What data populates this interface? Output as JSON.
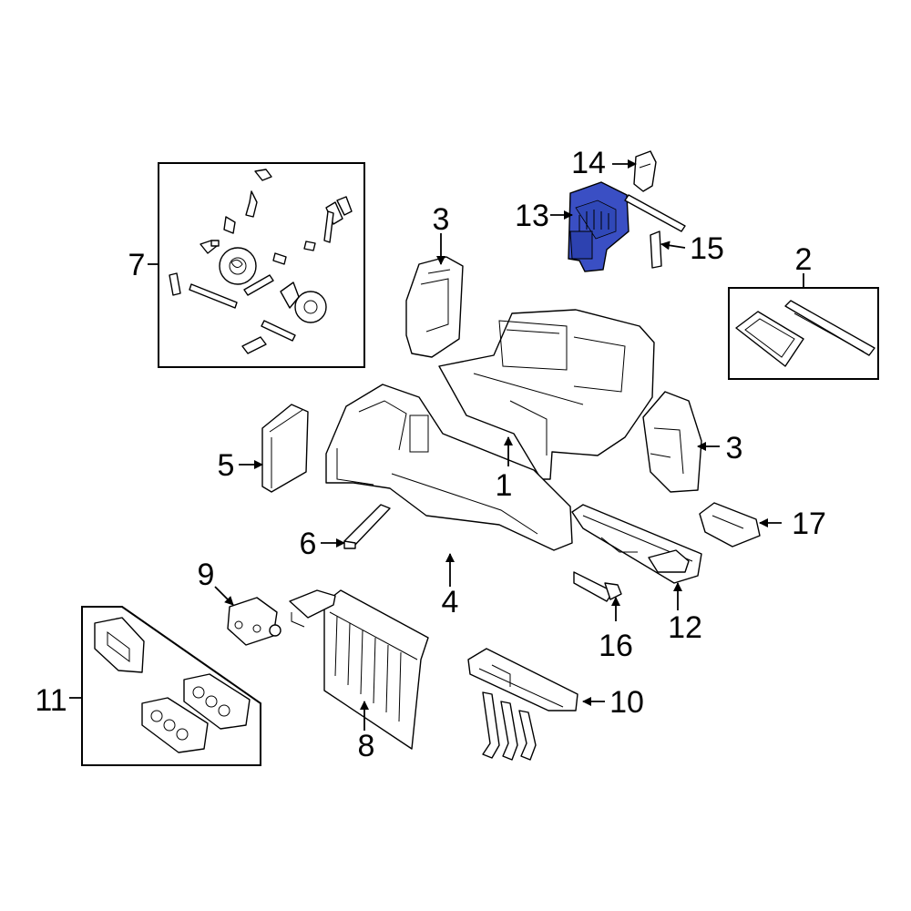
{
  "callouts": {
    "c1": "1",
    "c2": "2",
    "c3a": "3",
    "c3b": "3",
    "c4": "4",
    "c5": "5",
    "c6": "6",
    "c7": "7",
    "c8": "8",
    "c9": "9",
    "c10": "10",
    "c11": "11",
    "c12": "12",
    "c13": "13",
    "c14": "14",
    "c15": "15",
    "c16": "16",
    "c17": "17"
  },
  "colors": {
    "highlight": "#3a4fc4",
    "line": "#000000",
    "background": "#ffffff"
  },
  "highlighted_part": "13"
}
